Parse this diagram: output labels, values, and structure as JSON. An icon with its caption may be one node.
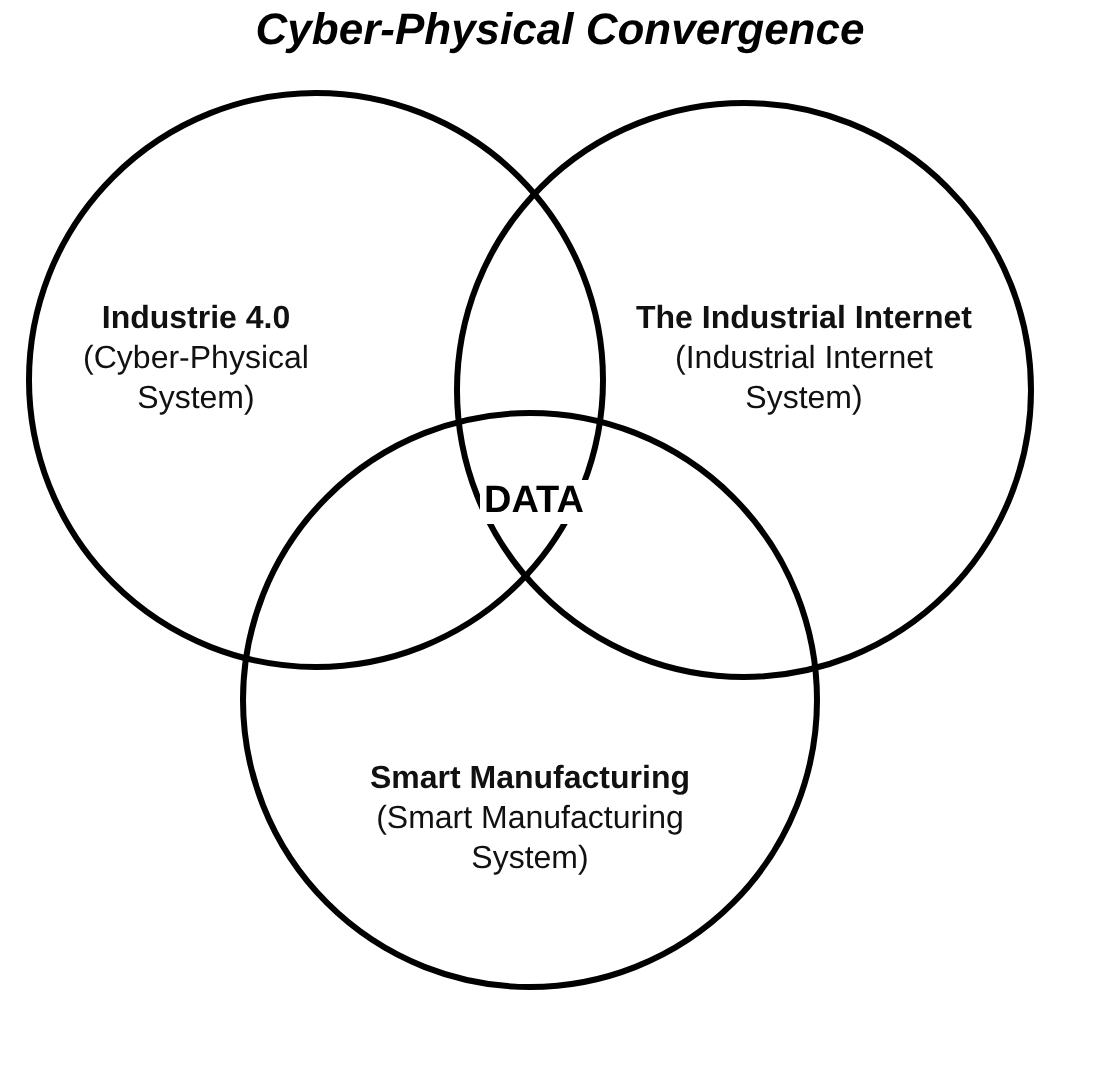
{
  "diagram": {
    "title": "Cyber-Physical Convergence",
    "nodes": [
      {
        "text": [
          "Industrie 4.0",
          "(Cyber-Physical System)"
        ]
      },
      {
        "text": [
          "The Industrial Internet",
          "(Industrial Internet System)"
        ]
      },
      {
        "text": [
          "Smart Manufacturing",
          "(Smart Manufacturing System)"
        ]
      }
    ],
    "edges": [],
    "labels": [
      "DATA"
    ]
  }
}
